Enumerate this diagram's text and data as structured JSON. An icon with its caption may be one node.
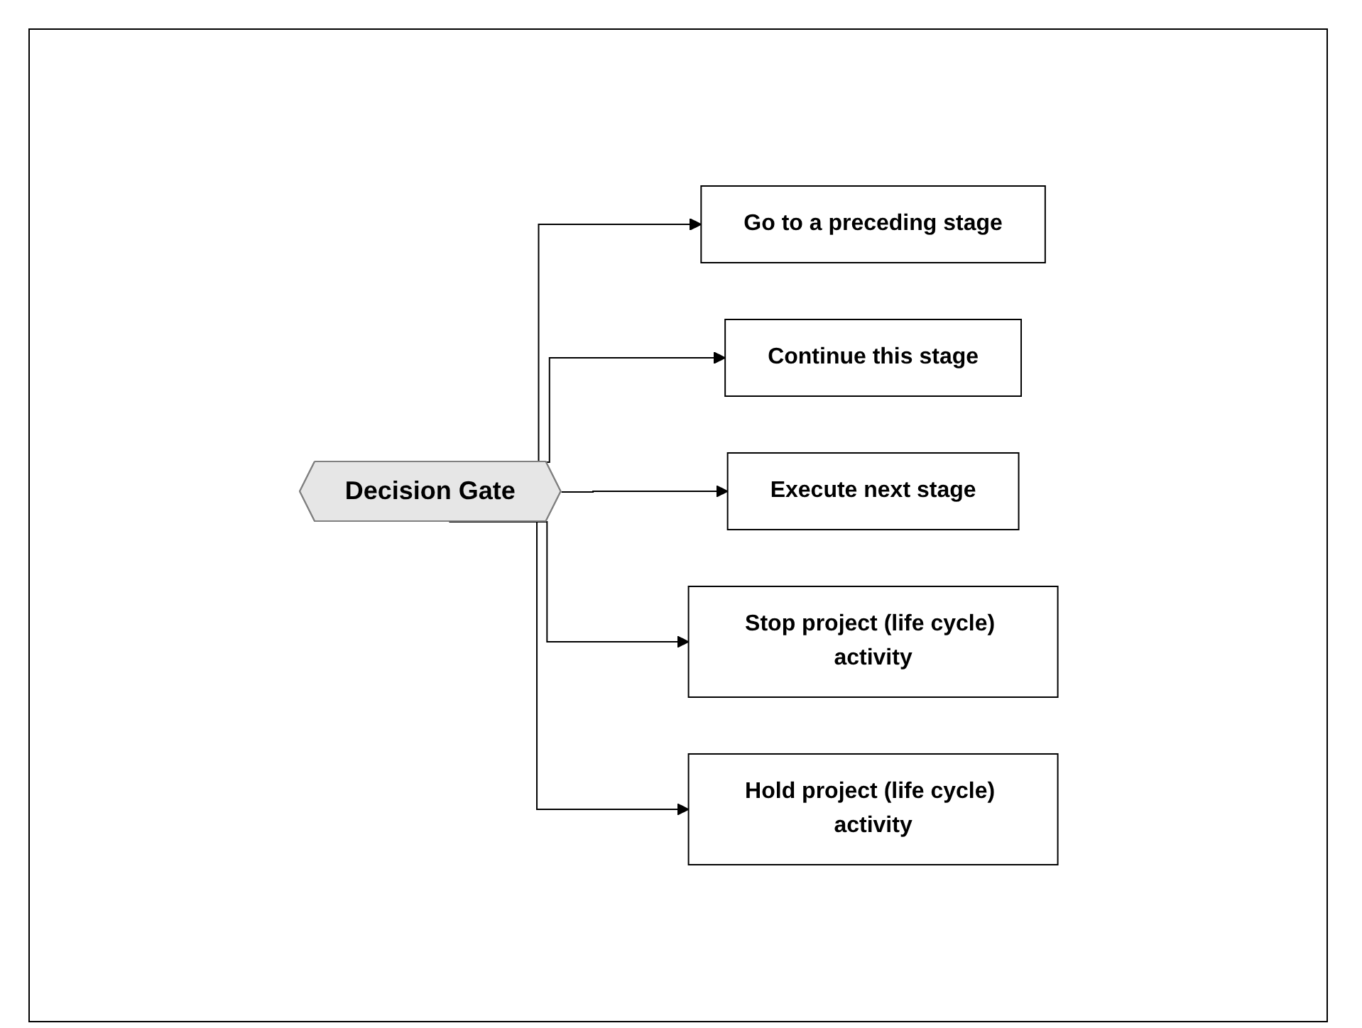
{
  "diagram": {
    "nodes": [
      {
        "text": [
          "Go to a preceding stage"
        ]
      },
      {
        "text": [
          "Continue this stage"
        ]
      },
      {
        "text": [
          "Execute next stage"
        ]
      },
      {
        "text": [
          "Decision Gate"
        ]
      },
      {
        "text": [
          "Stop project (life cycle) activity"
        ]
      },
      {
        "text": [
          "Hold project (life cycle) activity"
        ]
      }
    ],
    "edges": [
      {
        "from": 3,
        "to": 0,
        "arrow": "to"
      },
      {
        "from": 3,
        "to": 1,
        "arrow": "to"
      },
      {
        "from": 3,
        "to": 2,
        "arrow": "to"
      },
      {
        "from": 3,
        "to": 4,
        "arrow": "to"
      },
      {
        "from": 3,
        "to": 5,
        "arrow": "to"
      }
    ]
  }
}
